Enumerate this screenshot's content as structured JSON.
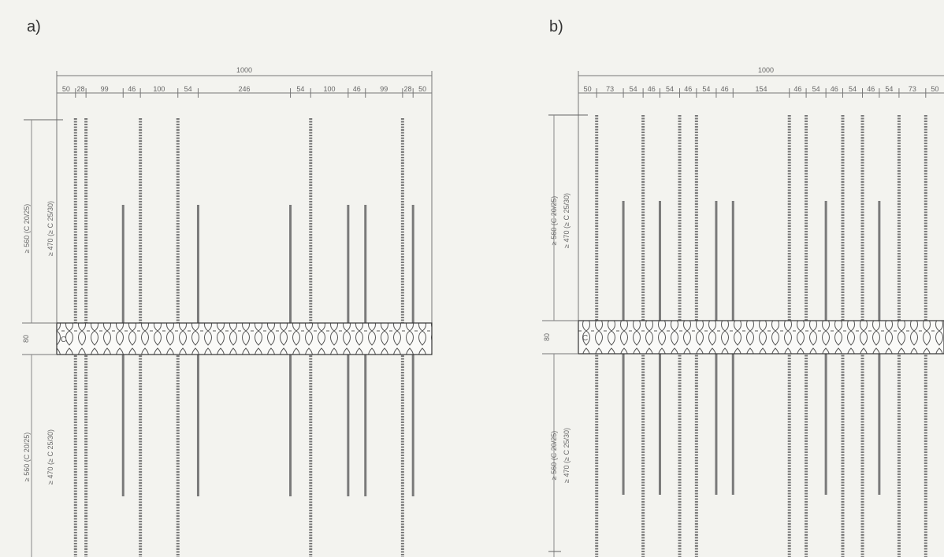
{
  "panels": [
    {
      "label": "a)",
      "total": "1000",
      "spacings": [
        "50",
        "28",
        "99",
        "46",
        "100",
        "54",
        "246",
        "54",
        "100",
        "46",
        "99",
        "28",
        "50"
      ],
      "upper_label_1": "≥ 560 (C 20/25)",
      "upper_label_2": "≥ 470 (≥ C 25/30)",
      "lower_label_1": "≥ 560 (C 20/25)",
      "lower_label_2": "≥ 470 (≥ C 25/30)",
      "insulation_thickness": "80",
      "insulation_mark": "C"
    },
    {
      "label": "b)",
      "total": "1000",
      "spacings": [
        "50",
        "73",
        "54",
        "46",
        "54",
        "46",
        "54",
        "46",
        "154",
        "46",
        "54",
        "46",
        "54",
        "46",
        "54",
        "73",
        "50"
      ],
      "upper_label_1": "≥ 560 (C 20/25)",
      "upper_label_2": "≥ 470 (≥ C 25/30)",
      "lower_label_1": "≥ 560 (C 20/25)",
      "lower_label_2": "≥ 470 (≥ C 25/30)",
      "insulation_thickness": "80",
      "insulation_mark": "C"
    }
  ]
}
